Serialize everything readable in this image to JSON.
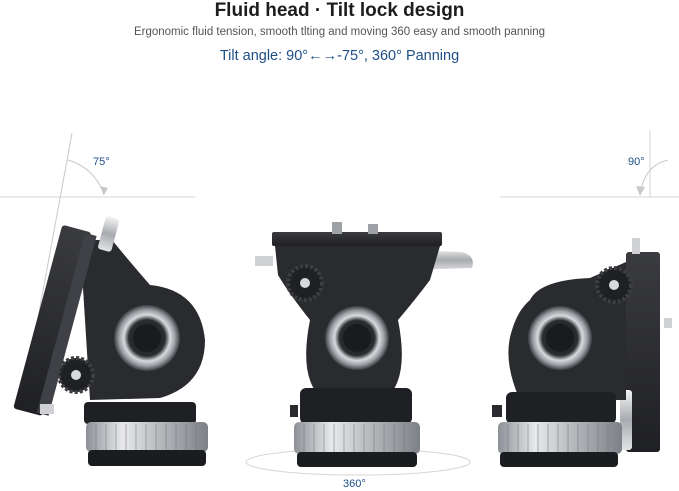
{
  "header": {
    "title": "Fluid head · Tilt lock design",
    "subtitle": "Ergonomic fluid tension, smooth tlting and moving 360 easy and smooth panning",
    "spec": "Tilt angle: 90°←→-75°, 360° Panning"
  },
  "annotations": {
    "left_angle": "75°",
    "right_angle": "90°",
    "pan_angle": "360°"
  },
  "colors": {
    "accent": "#1e4f86",
    "body_dark": "#2a2b2e",
    "metal": "#c9cbcf"
  }
}
